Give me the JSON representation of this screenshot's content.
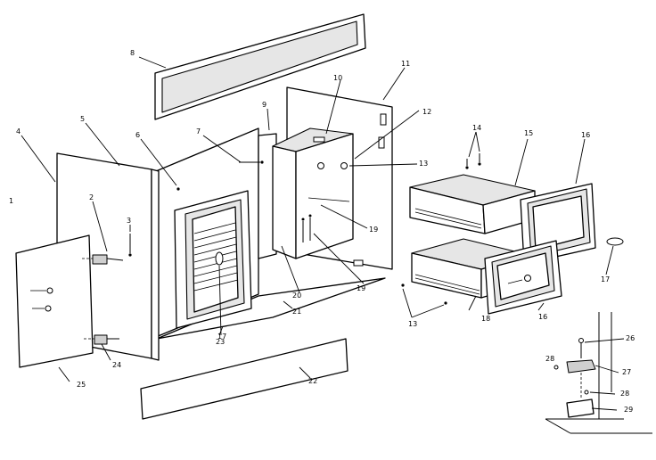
{
  "callouts": {
    "c1": "1",
    "c2": "2",
    "c3": "3",
    "c4": "4",
    "c5": "5",
    "c6": "6",
    "c7": "7",
    "c8": "8",
    "c9": "9",
    "c10": "10",
    "c11": "11",
    "c12": "12",
    "c13a": "13",
    "c13b": "13",
    "c14": "14",
    "c15": "15",
    "c16a": "16",
    "c16b": "16",
    "c17a": "17",
    "c17b": "17",
    "c18": "18",
    "c19a": "19",
    "c19b": "19",
    "c20": "20",
    "c21": "21",
    "c22": "22",
    "c23": "23",
    "c24": "24",
    "c25": "25",
    "c26": "26",
    "c27": "27",
    "c28a": "28",
    "c28b": "28",
    "c29": "29"
  }
}
